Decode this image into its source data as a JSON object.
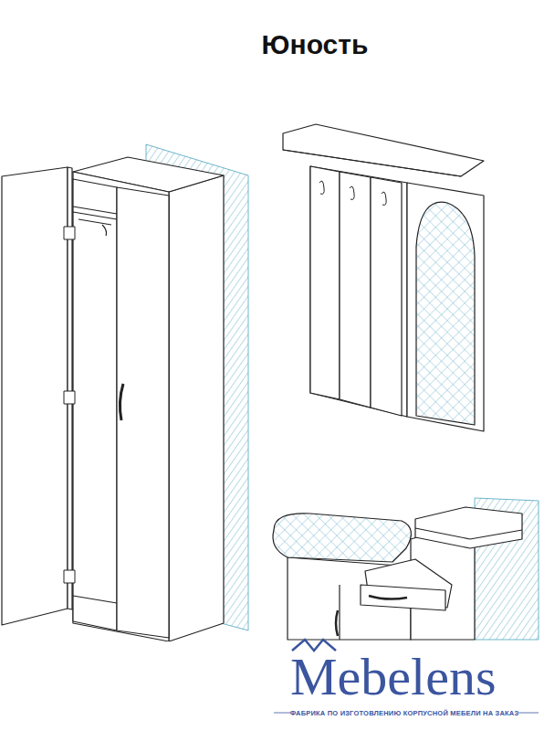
{
  "diagram": {
    "title": "Юность",
    "labels": [
      "Mebelens",
      "ФАБРИКА ПО ИЗГОТОВЛЕНИЮ КОРПУСНОЙ МЕБЕЛИ НА ЗАКАЗ"
    ]
  }
}
